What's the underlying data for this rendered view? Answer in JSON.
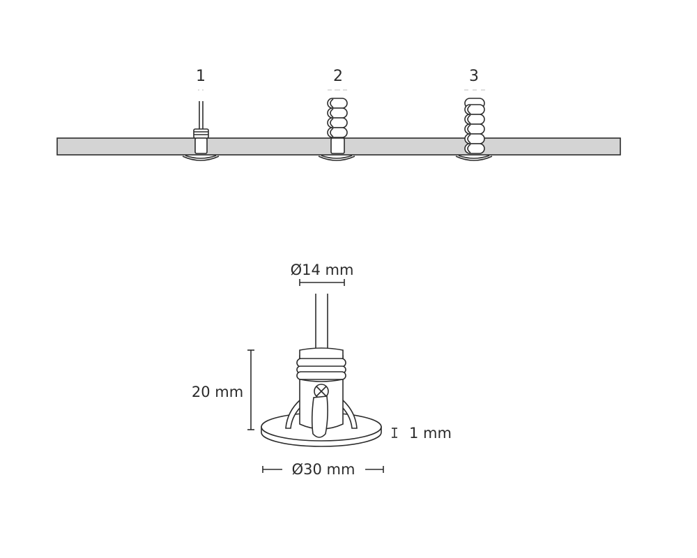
{
  "diagram": {
    "install_labels": [
      "1",
      "2",
      "3"
    ],
    "dimensions": {
      "cable_diameter": "Ø14 mm",
      "height": "20 mm",
      "flange_thickness": "1 mm",
      "flange_diameter": "Ø30 mm"
    },
    "colors": {
      "line": "#2b2b2b",
      "panel_fill": "#d4d4d4",
      "background": "#ffffff"
    }
  }
}
